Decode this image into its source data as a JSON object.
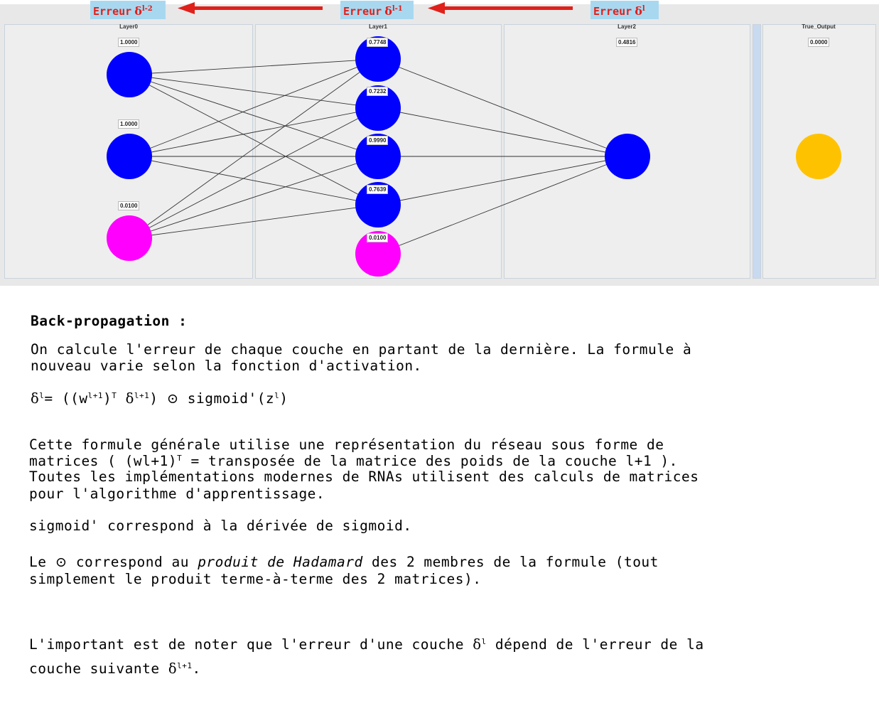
{
  "errors": [
    {
      "word": "Erreur",
      "symbol": "δ",
      "superscript": "l-2"
    },
    {
      "word": "Erreur",
      "symbol": "δ",
      "superscript": "l-1"
    },
    {
      "word": "Erreur",
      "symbol": "δ",
      "superscript": "l"
    }
  ],
  "colors": {
    "arrow": "#e0201a",
    "neuron": "#0000ff",
    "bias": "#ff00ff",
    "output": "#ffc200",
    "banner": "#a8d8f0"
  },
  "network": {
    "layers": [
      {
        "title": "Layer0",
        "values": [
          "1.0000",
          "1.0000",
          "0.0100"
        ]
      },
      {
        "title": "Layer1",
        "values": [
          "0.7748",
          "0.7232",
          "0.9990",
          "0.7639",
          "0.0100"
        ]
      },
      {
        "title": "Layer2",
        "values": [
          "0.4816"
        ]
      },
      {
        "title": "True_Output",
        "values": [
          "0.0000"
        ]
      }
    ]
  },
  "text": {
    "heading": "Back-propagation :",
    "p1_line1": "On calcule l'erreur de chaque couche en partant de la dernière. La formule à",
    "p1_line2": "nouveau varie selon la fonction d'activation.",
    "formula": {
      "delta": "δ",
      "sup_l": "l",
      "eq": "= ((w",
      "sup_l1": "l+1",
      "close": ")",
      "sup_T": "T",
      "space": " ",
      "delta2": "δ",
      "sup_l1b": "l+1",
      "close2": ") ",
      "odot": "⊙",
      "sig": " sigmoid'(z",
      "sup_l2": "l",
      "close3": ")"
    },
    "p2_line1": "Cette formule générale utilise une représentation du réseau sous forme de",
    "p2_line2_a": "matrices ( (wl+1)",
    "p2_line2_T": "T",
    "p2_line2_b": " = transposée de la matrice des poids de la couche l+1 ).",
    "p2_line3": "Toutes les implémentations modernes de RNAs utilisent des calculs de matrices",
    "p2_line4": "pour l'algorithme d'apprentissage.",
    "p3": "sigmoid' correspond à la dérivée de sigmoid.",
    "p4_a": "Le ",
    "p4_odot": "⊙",
    "p4_b": " correspond au ",
    "p4_em": "produit de Hadamard",
    "p4_c": " des 2 membres de la formule (tout",
    "p4_line2": "simplement le produit terme-à-terme des 2 matrices).",
    "p5_a": "L'important est de noter que l'erreur d'une couche ",
    "p5_delta": "δ",
    "p5_sup": "l",
    "p5_b": " dépend de l'erreur de la",
    "p6_a": "couche suivante ",
    "p6_delta": "δ",
    "p6_sup": "l+1",
    "p6_b": "."
  }
}
